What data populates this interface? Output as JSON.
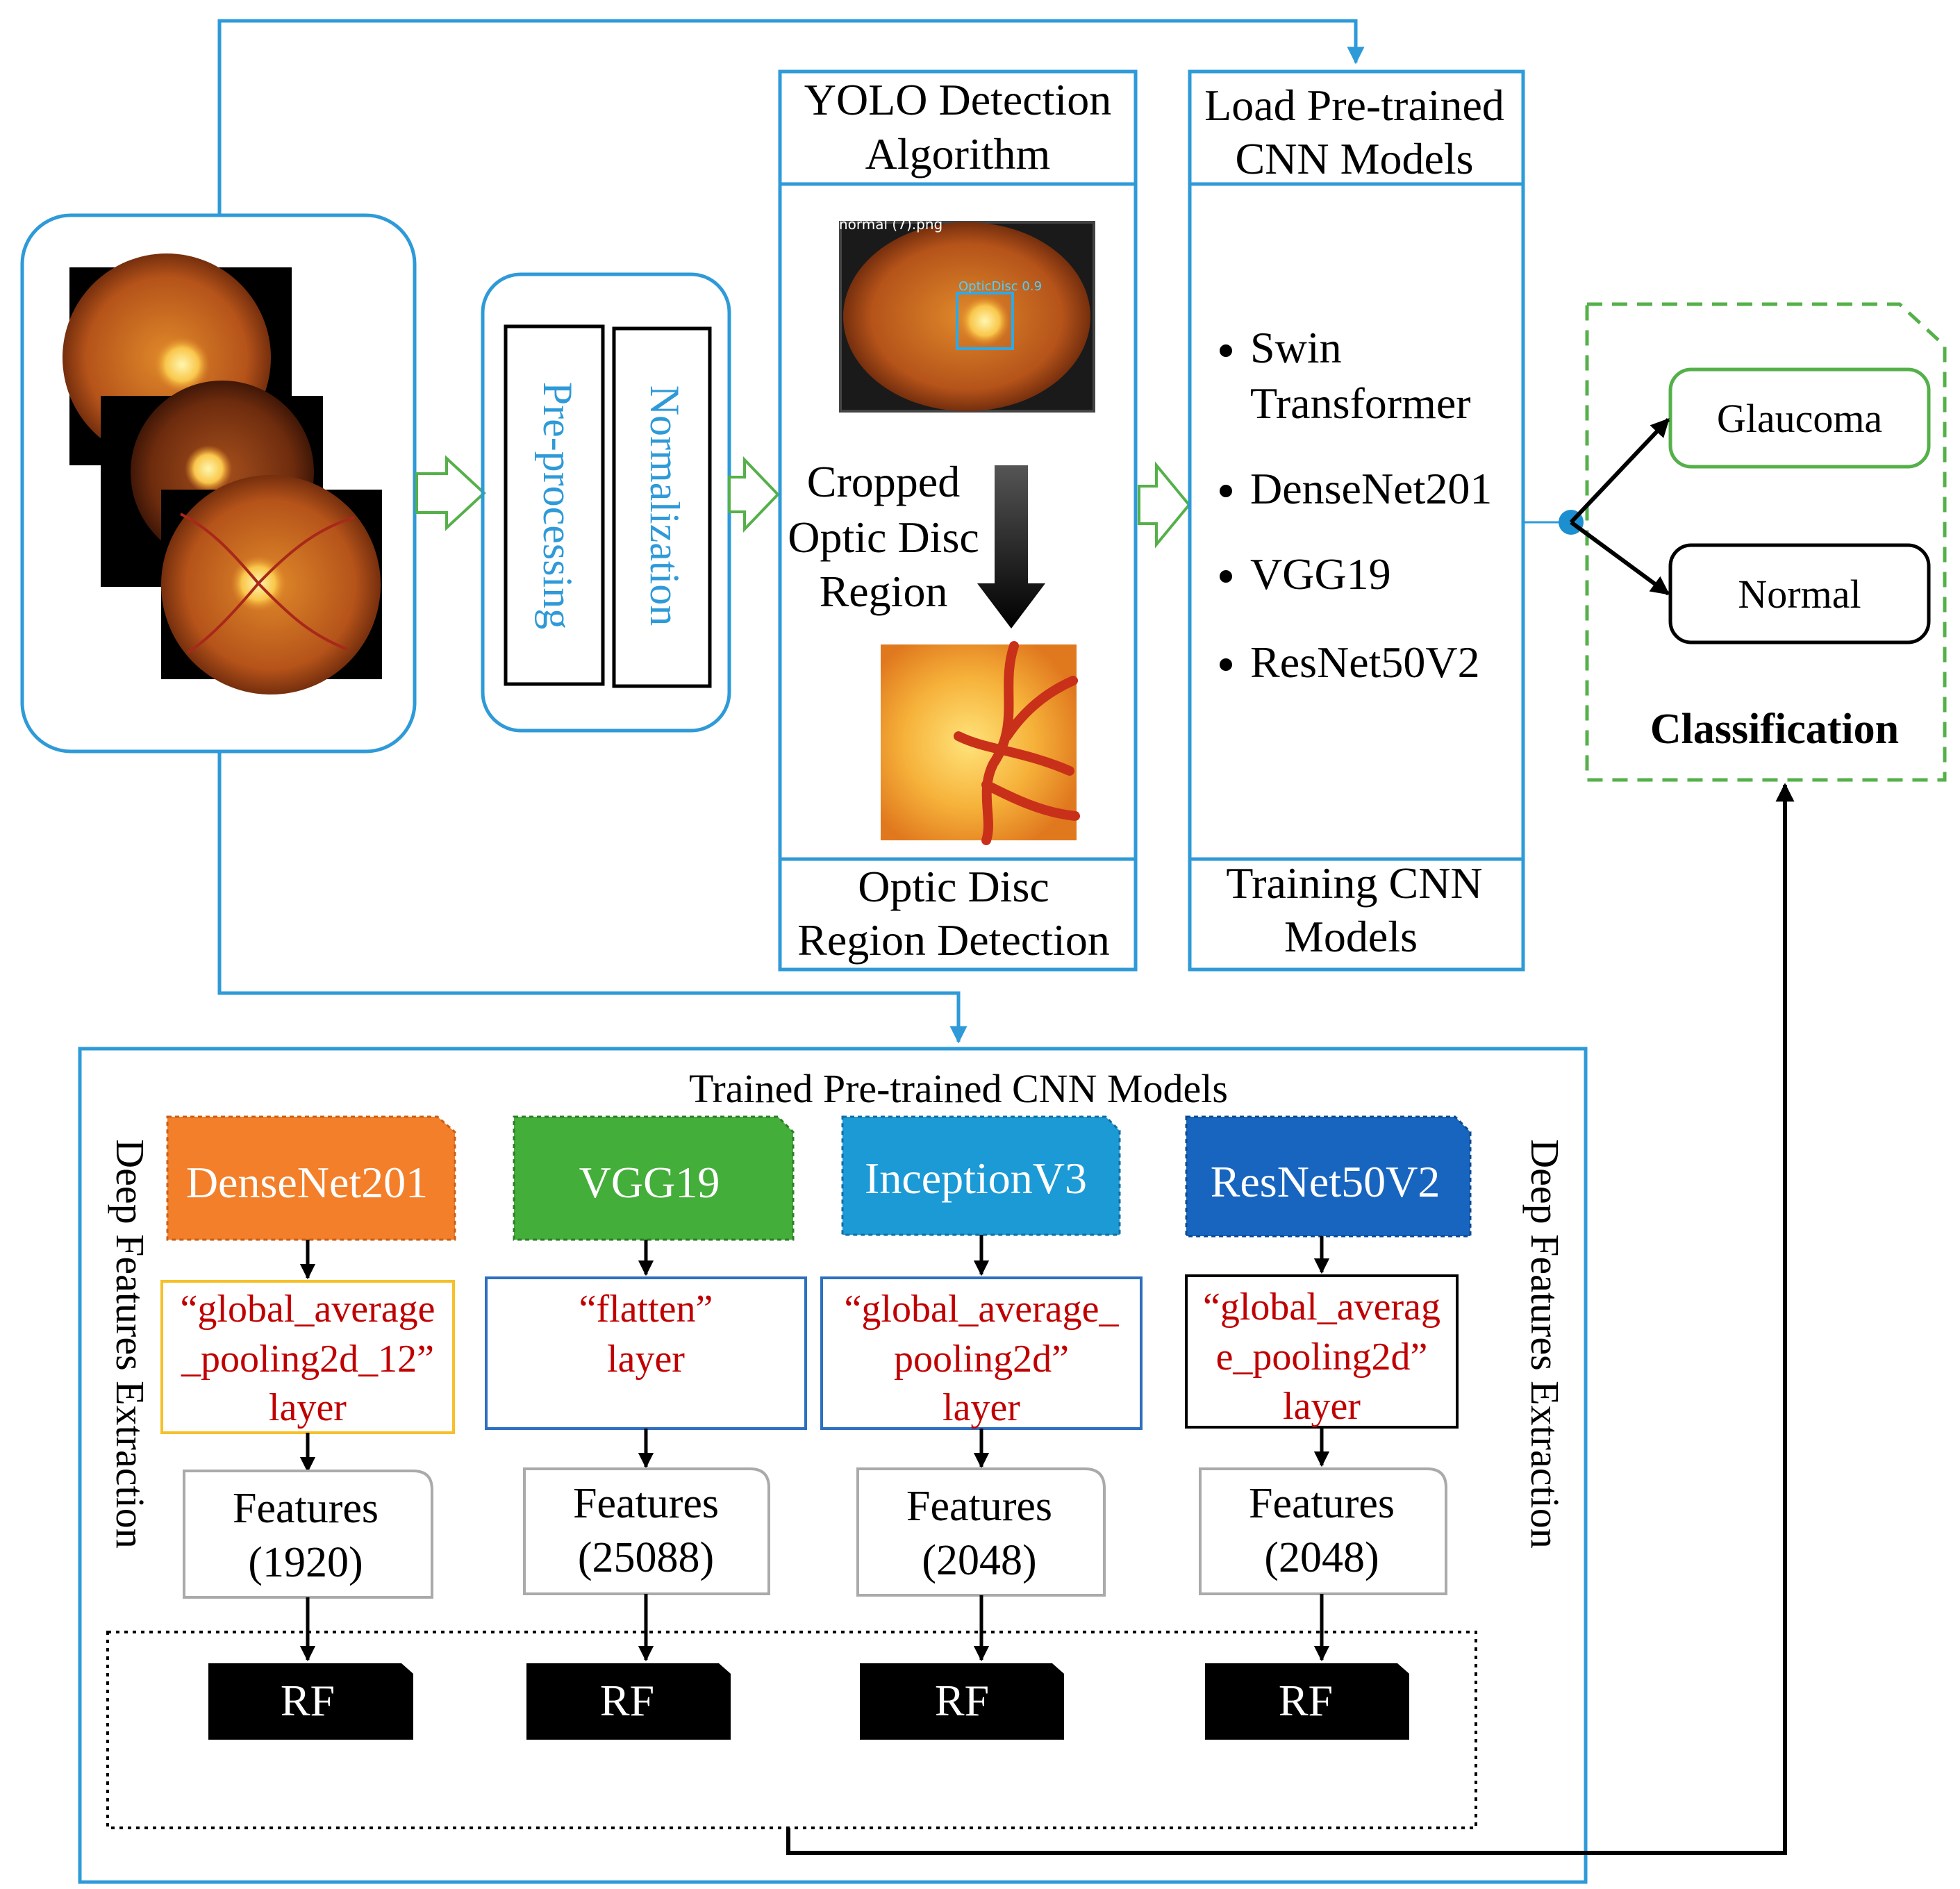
{
  "colors": {
    "blue": "#2e9ad8",
    "green": "#55b04a",
    "red": "#c00000",
    "black": "#000000",
    "densenet": "#f47f2a",
    "vgg": "#44ae3a",
    "inception": "#1c9ad6",
    "resnet": "#1865c0",
    "yellow": "#f5c02a"
  },
  "preprocess": {
    "step1": "Pre-processing",
    "step2": "Normalization"
  },
  "yolo": {
    "title_line1": "YOLO Detection",
    "title_line2": "Algorithm",
    "image_caption": "normal (7).png",
    "box_label": "OpticDisc 0.9",
    "cropped_line1": "Cropped",
    "cropped_line2": "Optic Disc",
    "cropped_line3": "Region",
    "footer_line1": "Optic Disc",
    "footer_line2": "Region Detection"
  },
  "cnn": {
    "title_line1": "Load Pre-trained",
    "title_line2": "CNN Models",
    "models": [
      {
        "line1": "Swin",
        "line2": "Transformer"
      },
      {
        "line1": "DenseNet201",
        "line2": ""
      },
      {
        "line1": "VGG19",
        "line2": ""
      },
      {
        "line1": "ResNet50V2",
        "line2": ""
      }
    ],
    "footer_line1": "Training CNN",
    "footer_line2": "Models"
  },
  "classification": {
    "title": "Classification",
    "class1": "Glaucoma",
    "class2": "Normal"
  },
  "trained": {
    "title": "Trained Pre-trained CNN Models",
    "side_label": "Deep Features Extraction",
    "columns": [
      {
        "model": "DenseNet201",
        "layer_line1": "“global_average",
        "layer_line2": "_pooling2d_12”",
        "layer_line3": "layer",
        "feat_line1": "Features",
        "feat_line2": "(1920)",
        "clf": "RF"
      },
      {
        "model": "VGG19",
        "layer_line1": "“flatten”",
        "layer_line2": "layer",
        "layer_line3": "",
        "feat_line1": "Features",
        "feat_line2": "(25088)",
        "clf": "RF"
      },
      {
        "model": "InceptionV3",
        "layer_line1": "“global_average_",
        "layer_line2": "pooling2d”",
        "layer_line3": "layer",
        "feat_line1": "Features",
        "feat_line2": "(2048)",
        "clf": "RF"
      },
      {
        "model": "ResNet50V2",
        "layer_line1": "“global_averag",
        "layer_line2": "e_pooling2d”",
        "layer_line3": "layer",
        "feat_line1": "Features",
        "feat_line2": "(2048)",
        "clf": "RF"
      }
    ]
  }
}
